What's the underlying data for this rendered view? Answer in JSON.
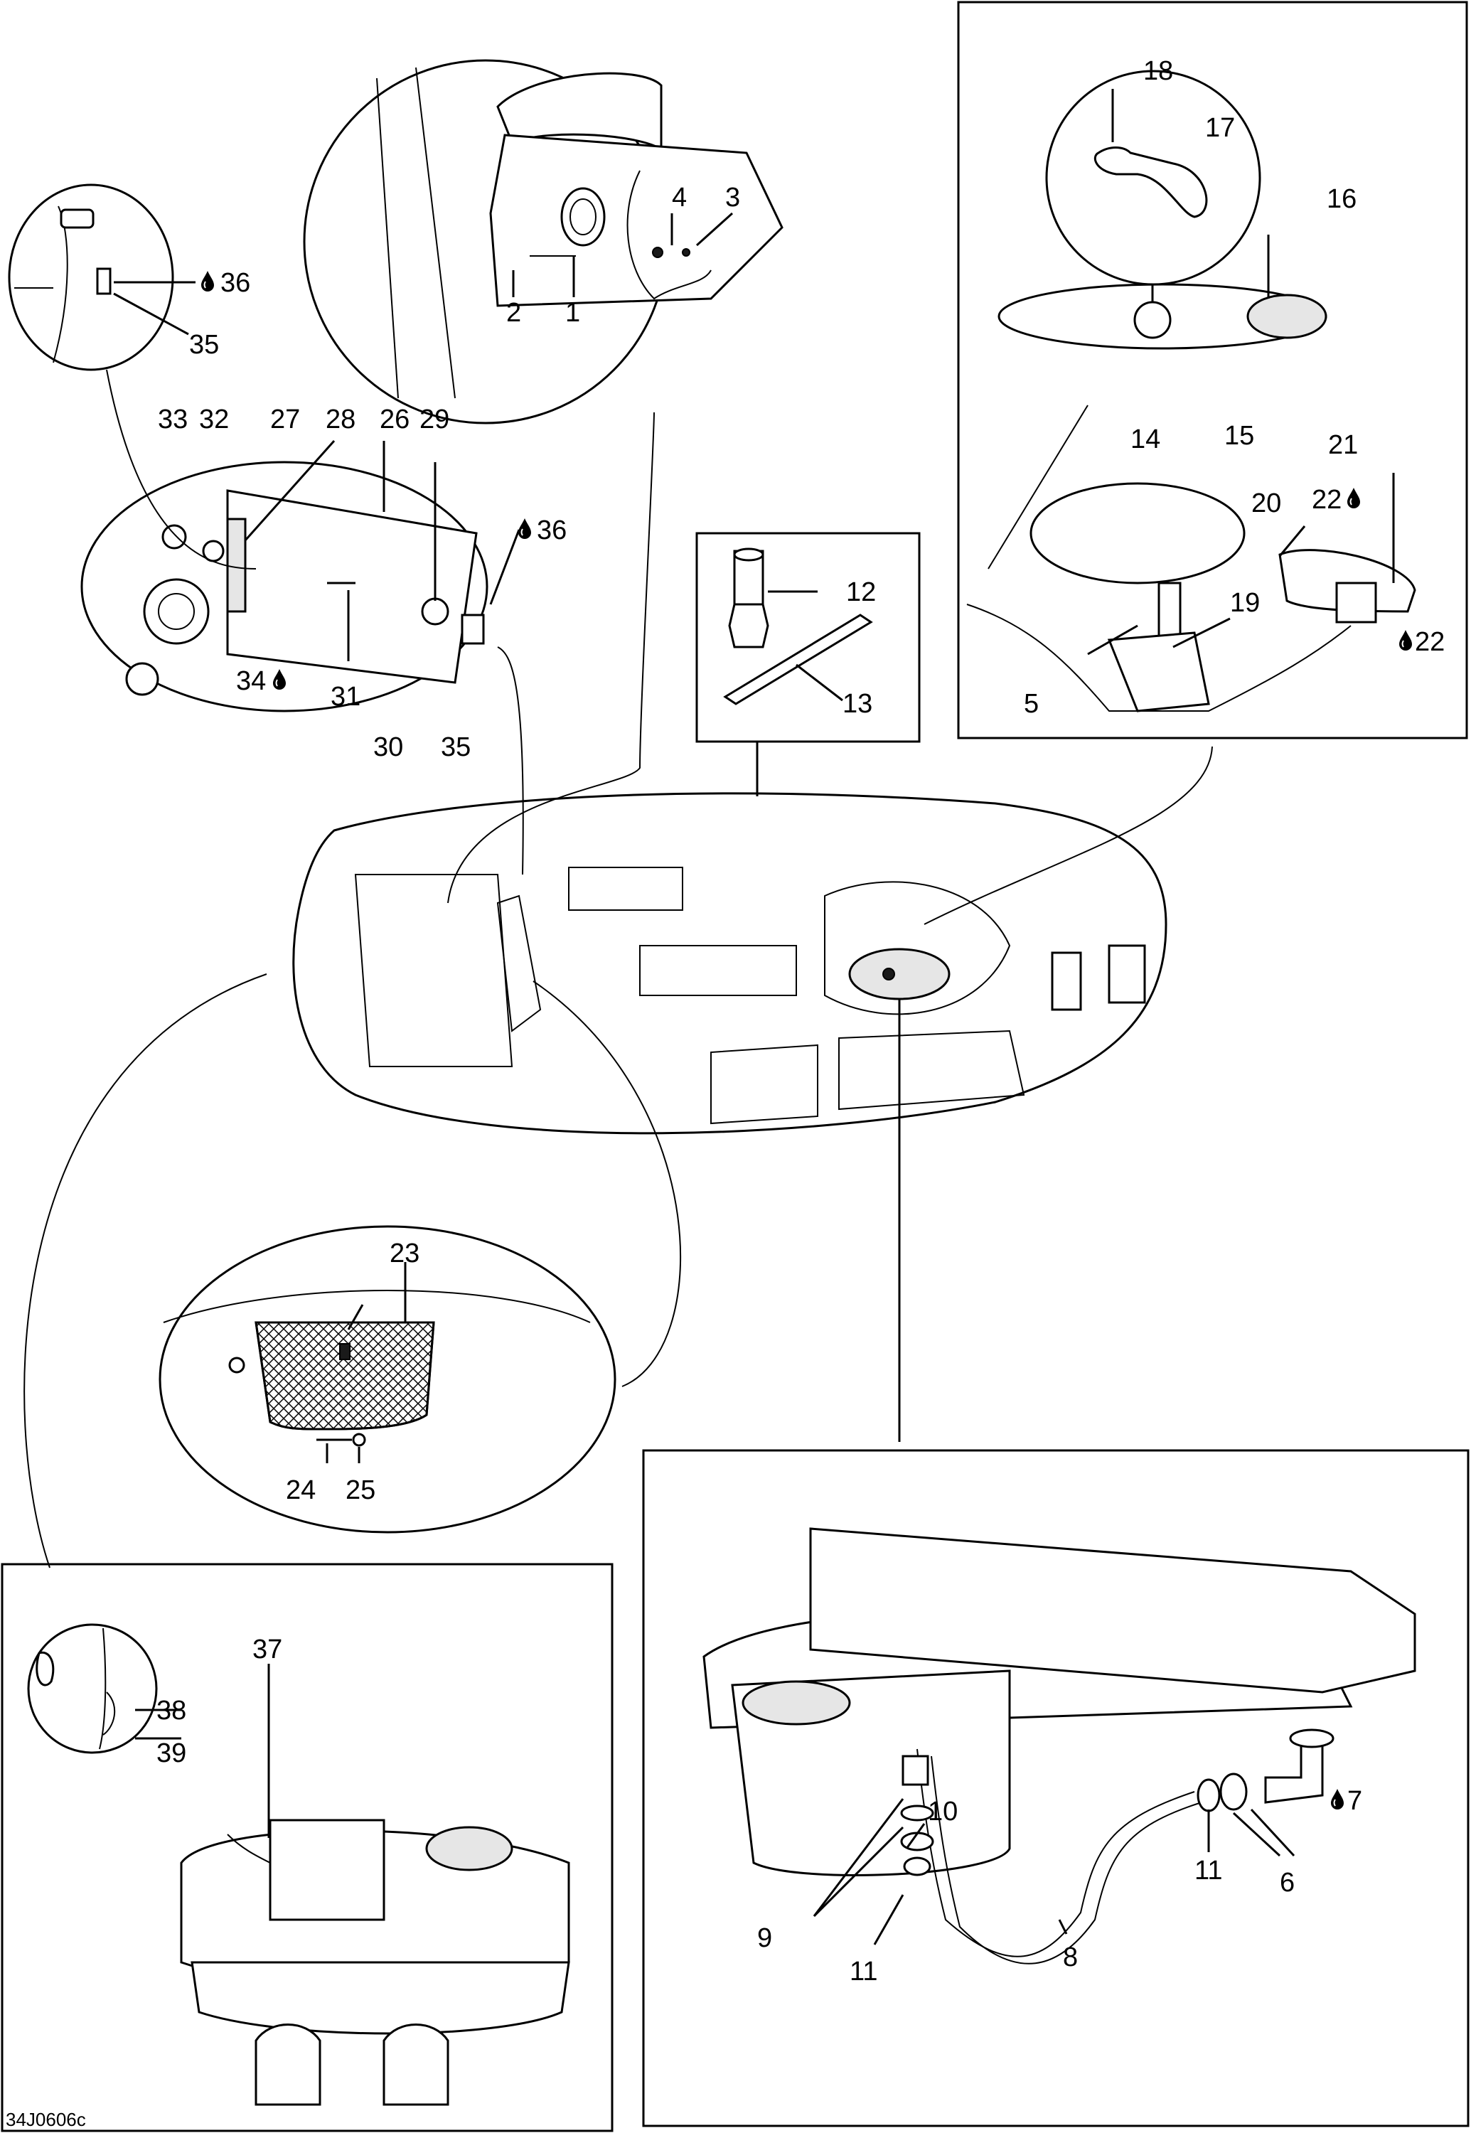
{
  "figure_code": "34J0606c",
  "callouts": {
    "1": "1",
    "2": "2",
    "3": "3",
    "4": "4",
    "5": "5",
    "6": "6",
    "7": "7",
    "8": "8",
    "9": "9",
    "10": "10",
    "11a": "11",
    "11b": "11",
    "12": "12",
    "13": "13",
    "14": "14",
    "15": "15",
    "16": "16",
    "17": "17",
    "18": "18",
    "19": "19",
    "20": "20",
    "21": "21",
    "22a": "22",
    "22b": "22",
    "23": "23",
    "24": "24",
    "25": "25",
    "26": "26",
    "27": "27",
    "28": "28",
    "29": "29",
    "30": "30",
    "31": "31",
    "32": "32",
    "33": "33",
    "34": "34",
    "35a": "35",
    "35b": "35",
    "36a": "36",
    "36b": "36",
    "37": "37",
    "38": "38",
    "39": "39"
  },
  "icons": {
    "loctite_drop": "drop-icon"
  }
}
